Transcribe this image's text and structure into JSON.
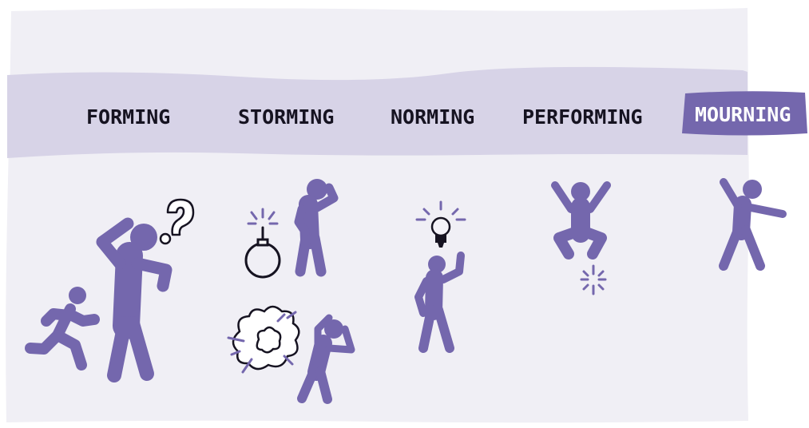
{
  "stages": [
    {
      "id": "forming",
      "label": "FORMING"
    },
    {
      "id": "storming",
      "label": "STORMING"
    },
    {
      "id": "norming",
      "label": "NORMING"
    },
    {
      "id": "performing",
      "label": "PERFORMING"
    },
    {
      "id": "mourning",
      "label": "MOURNING",
      "highlighted": true
    }
  ],
  "colors": {
    "card": "#f0eff5",
    "band": "#d7d3e7",
    "accent": "#7467ad",
    "figure": "#7467ad",
    "ink": "#161321"
  },
  "icons": [
    "question-mark-icon",
    "bomb-icon",
    "explosion-icon",
    "lightbulb-icon",
    "sparkle-icon"
  ]
}
